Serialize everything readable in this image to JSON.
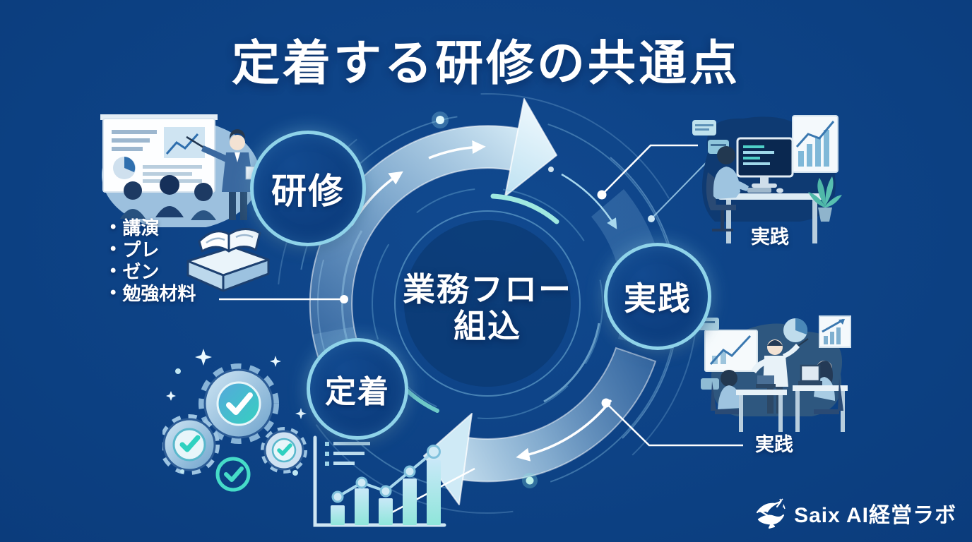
{
  "title": "定着する研修の共通点",
  "cycle": {
    "center_label_line1": "業務フロー",
    "center_label_line2": "組込",
    "nodes": [
      {
        "id": "training",
        "label": "研修"
      },
      {
        "id": "practice",
        "label": "実践"
      },
      {
        "id": "retention",
        "label": "定着"
      }
    ]
  },
  "training_bullets": {
    "bullet_char": "•",
    "items": [
      {
        "label": "講演"
      },
      {
        "label": "プレ"
      },
      {
        "label": "ゼン"
      },
      {
        "label": "勉強材料"
      }
    ]
  },
  "captions": {
    "practice_top": "実践",
    "practice_bottom": "実践"
  },
  "logo": {
    "text": "Saix AI経営ラボ"
  },
  "colors": {
    "background": "#0d4386",
    "cycle_band_light": "#d9eef8",
    "node_ring": "#8fd3e9",
    "accent_teal": "#46dcc8",
    "connector": "#ffffff",
    "text": "#ffffff"
  }
}
